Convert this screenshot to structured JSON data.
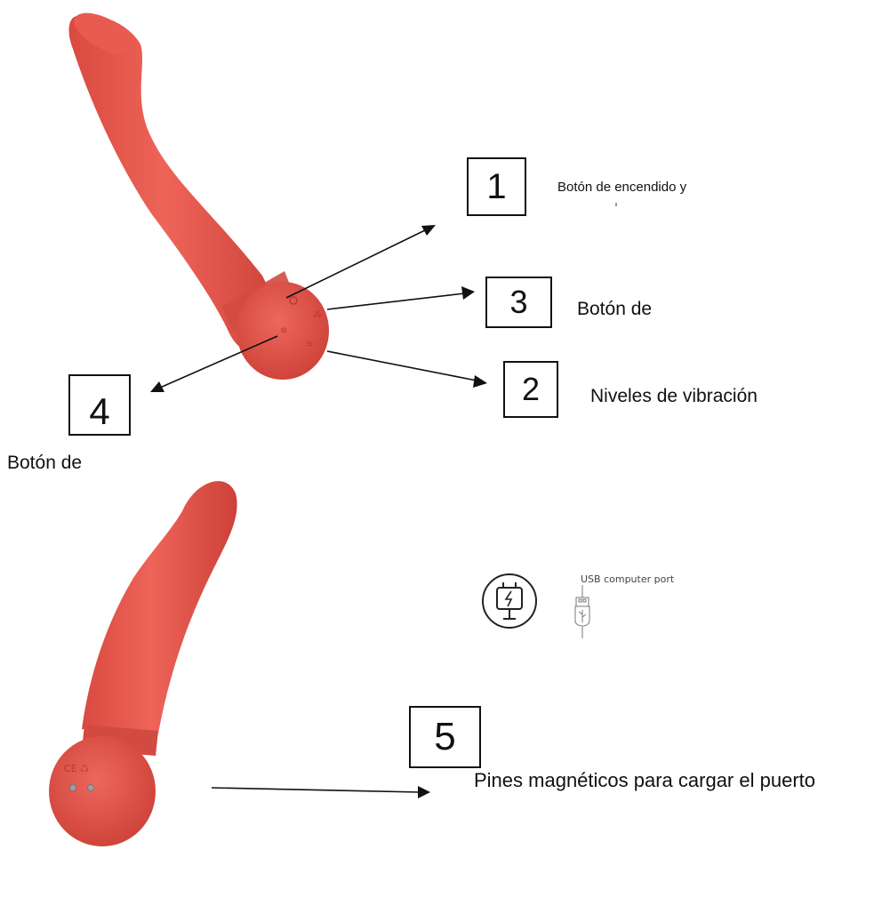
{
  "callouts": [
    {
      "number": "1",
      "text": "Botón de encendido y"
    },
    {
      "number": "3",
      "text": "Botón de"
    },
    {
      "number": "2",
      "text": "Niveles de vibración"
    },
    {
      "number": "4",
      "text": "Botón de"
    },
    {
      "number": "5",
      "text": "Pines magnéticos para cargar el puerto"
    }
  ],
  "usb": {
    "caption": "USB computer port"
  },
  "colors": {
    "product": "#e5554a",
    "product_shadow": "#c63d35",
    "line": "#111111"
  },
  "icons": [
    "power-icon",
    "vibration-icon",
    "light-icon",
    "mode-icon",
    "charging-plug-icon",
    "usb-connector-icon"
  ]
}
